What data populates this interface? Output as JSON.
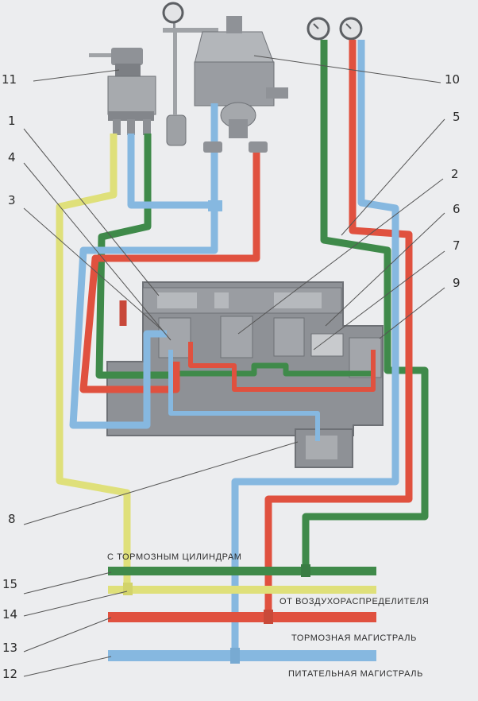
{
  "callouts": [
    "11",
    "10",
    "1",
    "5",
    "4",
    "2",
    "3",
    "6",
    "7",
    "9",
    "8",
    "15",
    "14",
    "13",
    "12"
  ],
  "lines": {
    "brake_cylinders": "С ТОРМОЗНЫМ ЦИЛИНДРАМ",
    "from_distributor": "ОТ ВОЗДУХОРАСПРЕДЕЛИТЕЛЯ",
    "brake_line": "ТОРМОЗНАЯ МАГИСТРАЛЬ",
    "feed_line": "ПИТАТЕЛЬНАЯ МАГИСТРАЛЬ"
  },
  "colors": {
    "green": "#3f8a4a",
    "yellow": "#dfe07a",
    "red": "#e0513f",
    "blue": "#86b8e0",
    "block": "#8e9196",
    "block_dark": "#6e7176"
  }
}
